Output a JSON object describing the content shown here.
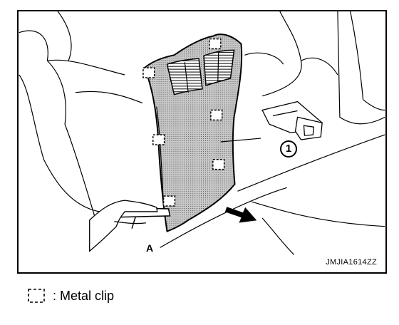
{
  "diagram": {
    "callout_number": "1",
    "label_a": "A",
    "figure_code": "JMJIA1614ZZ"
  },
  "legend": {
    "symbol": "metal-clip-symbol",
    "text": ": Metal clip"
  },
  "colors": {
    "line": "#000000",
    "background": "#ffffff",
    "panel_fill": "#b0b0b0"
  }
}
